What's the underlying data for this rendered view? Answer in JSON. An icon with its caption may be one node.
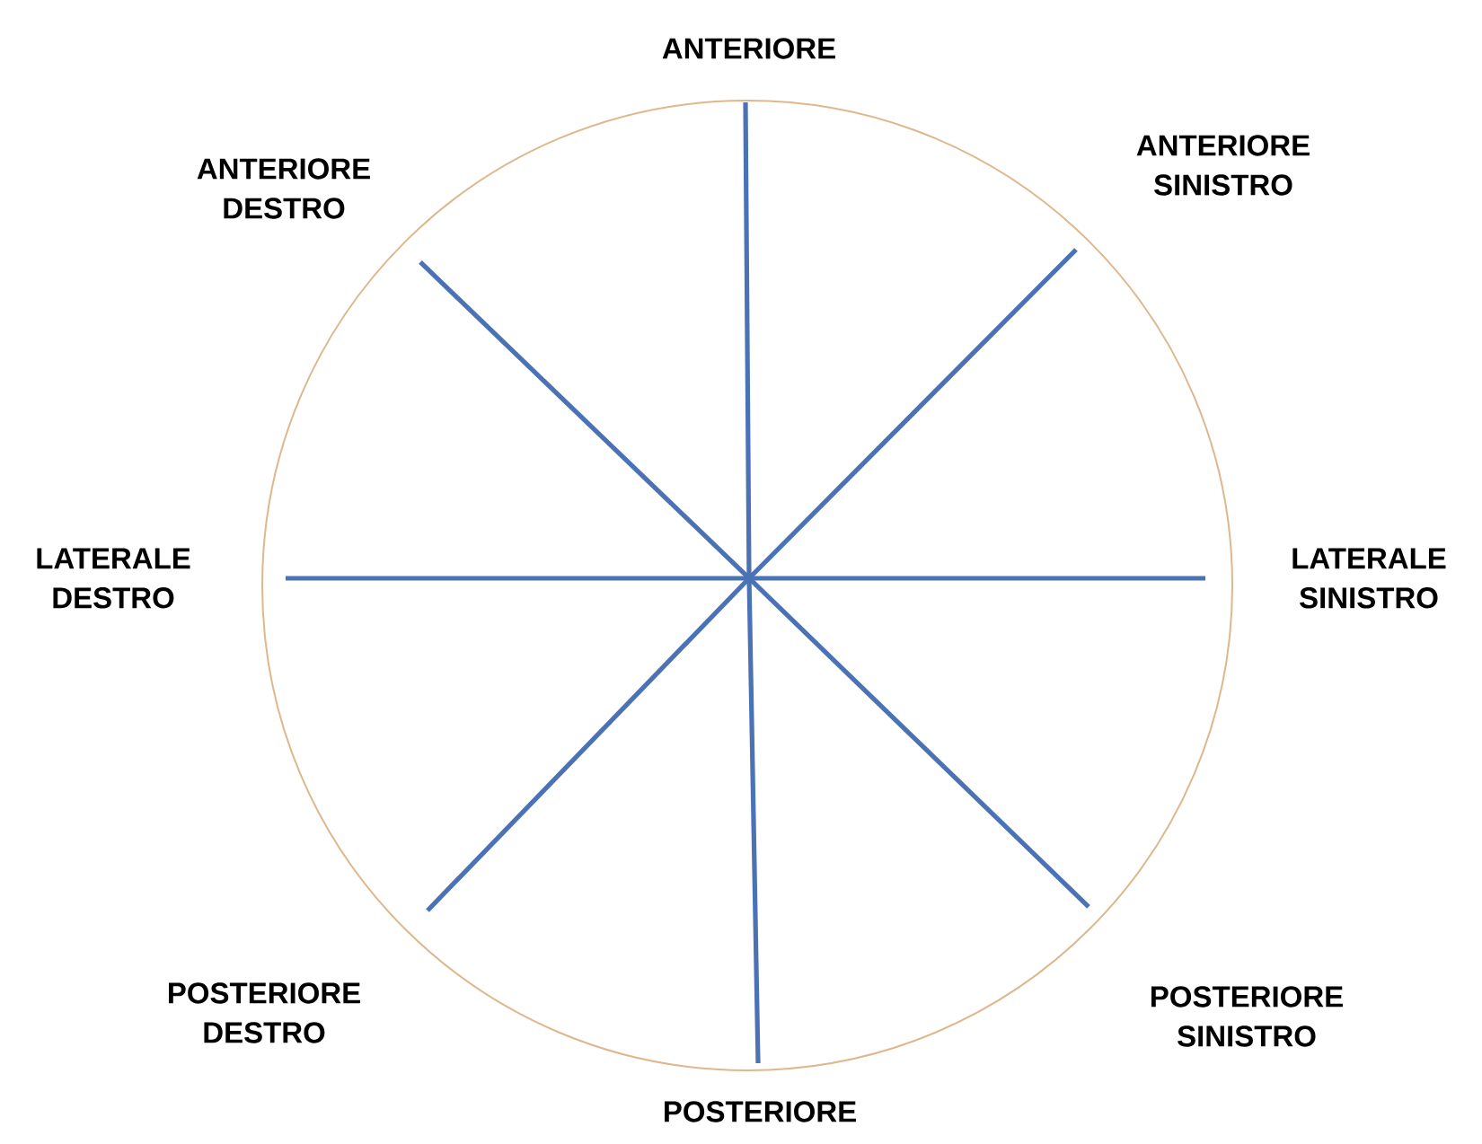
{
  "diagram": {
    "nodes": [
      {
        "text": [],
        "shape": "circle"
      }
    ],
    "labels": [
      "ANTERIORE",
      "ANTERIORE DESTRO",
      "ANTERIORE SINISTRO",
      "LATERALE DESTRO",
      "LATERALE SINISTRO",
      "POSTERIORE DESTRO",
      "POSTERIORE SINISTRO",
      "POSTERIORE"
    ]
  }
}
